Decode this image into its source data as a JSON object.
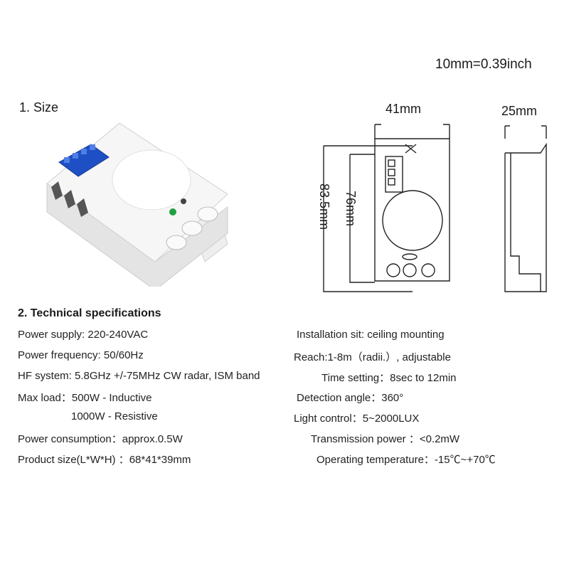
{
  "conversion_note": "10mm=0.39inch",
  "section1": {
    "heading": "1. Size"
  },
  "dimensions": {
    "width": "41mm",
    "depth": "25mm",
    "height_outer": "83.5mm",
    "height_inner": "76mm"
  },
  "section2": {
    "heading": "2. Technical specifications",
    "left": [
      "Power supply: 220-240VAC",
      "Power frequency: 50/60Hz",
      "HF system: 5.8GHz +/-75MHz CW radar, ISM band",
      "Max load：500W - Inductive",
      "1000W - Resistive",
      "Power consumption：approx.0.5W",
      "Product size(L*W*H) ：68*41*39mm"
    ],
    "right": [
      "Installation sit: ceiling mounting",
      "Reach:1-8m（radii.）, adjustable",
      "Time setting：8sec to 12min",
      "Detection angle：360°",
      "Light control：5~2000LUX",
      "Transmission power ：<0.2mW",
      "Operating temperature：-15℃~+70℃"
    ]
  },
  "colors": {
    "terminal_blue": "#1f4fc4",
    "led_green": "#20a040",
    "line": "#222222"
  }
}
